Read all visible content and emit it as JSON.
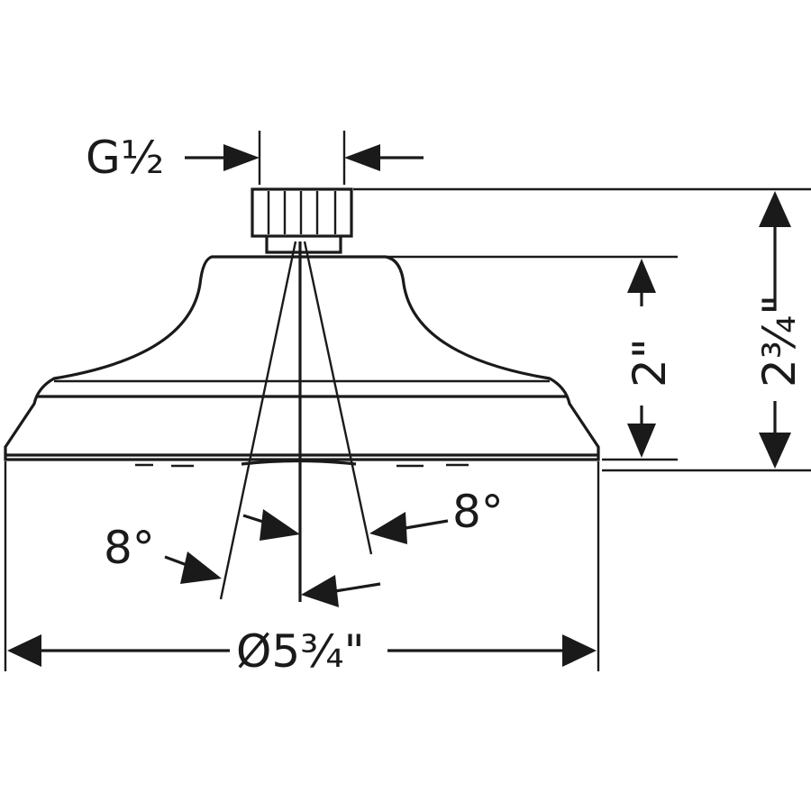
{
  "diagram": {
    "ink_color": "#1a1a1a",
    "background": "#ffffff",
    "labels": {
      "thread": "G½",
      "spray_angle_left": "8°",
      "spray_angle_right": "8°",
      "body_height": "2\"",
      "total_height": "2¾\"",
      "diameter": "Ø5¾\""
    }
  }
}
